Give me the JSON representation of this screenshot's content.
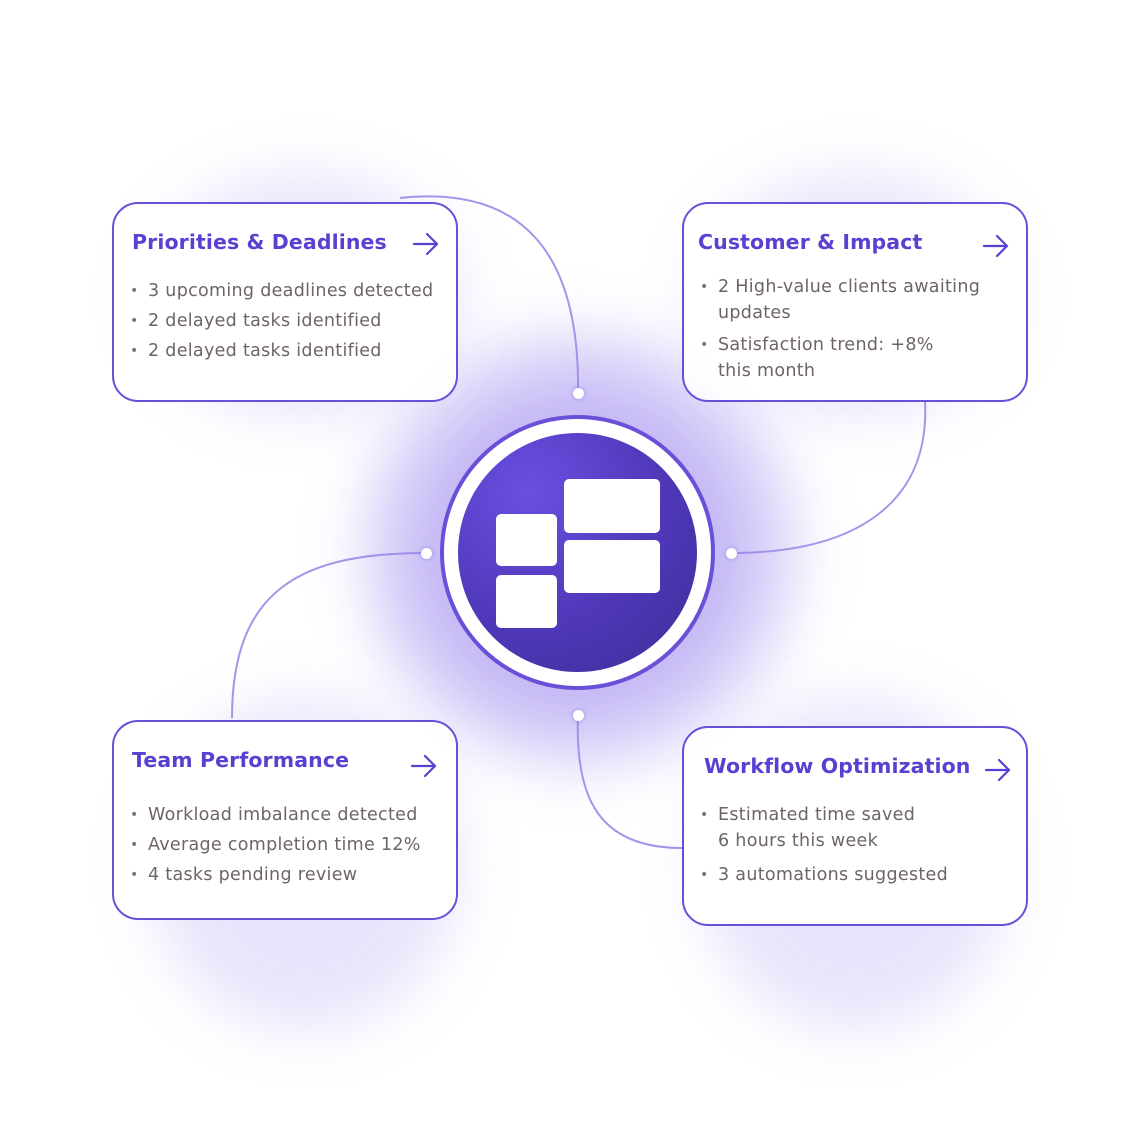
{
  "cards": [
    {
      "title": "Priorities & Deadlines",
      "bullets": [
        "3 upcoming deadlines detected",
        "2 delayed tasks identified",
        "2 delayed tasks identified"
      ]
    },
    {
      "title": "Customer & Impact",
      "bullets": [
        "2 High-value clients awaiting",
        "updates",
        "Satisfaction trend: +8%",
        "this month"
      ]
    },
    {
      "title": "Team Performance",
      "bullets": [
        "Workload imbalance detected",
        "Average completion time 12%",
        "4 tasks pending review"
      ]
    },
    {
      "title": "Workflow Optimization",
      "bullets": [
        "Estimated time saved",
        "6 hours this week",
        "3 automations suggested"
      ]
    }
  ],
  "hub": {
    "icon": "dashboard-layout-icon"
  },
  "colors": {
    "accent": "#5b3fd0",
    "border": "#6a4fd8",
    "text": "#6f6464",
    "hub": "#4f37b8"
  }
}
